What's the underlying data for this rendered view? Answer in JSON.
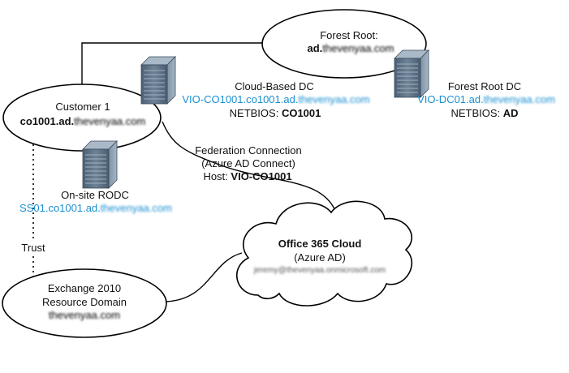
{
  "nodes": {
    "forest_root": {
      "title": "Forest Root:",
      "domain_prefix": "ad.",
      "domain_redacted": "thevenyaa.com"
    },
    "customer1": {
      "title": "Customer 1",
      "domain_prefix": "co1001.ad.",
      "domain_redacted": "thevenyaa.com"
    },
    "exchange": {
      "title_line1": "Exchange 2010",
      "title_line2": "Resource Domain",
      "domain_redacted": "thevenyaa.com"
    },
    "office365": {
      "title": "Office 365 Cloud",
      "subtitle": "(Azure AD)",
      "account_redacted": "jeremy@thevenyaa.onmicrosoft.com"
    }
  },
  "servers": {
    "cloud_dc": {
      "title": "Cloud-Based DC",
      "fqdn_prefix": "VIO-CO1001.co1001.ad.",
      "fqdn_redacted": "thevenyaa.com",
      "netbios_label": "NETBIOS: ",
      "netbios_value": "CO1001"
    },
    "forest_root_dc": {
      "title": "Forest Root DC",
      "fqdn_prefix": "VIO-DC01.ad.",
      "fqdn_redacted": "thevenyaa.com",
      "netbios_label": "NETBIOS: ",
      "netbios_value": "AD"
    },
    "rodc": {
      "title": "On-site RODC",
      "fqdn_prefix": "SS01.co1001.ad.",
      "fqdn_redacted": "thevenyaa.com"
    }
  },
  "connections": {
    "federation": {
      "line1": "Federation Connection",
      "line2": "(Azure AD Connect)",
      "host_label": "Host: ",
      "host_value": "VIO-CO1001"
    },
    "trust": {
      "label": "Trust"
    }
  },
  "colors": {
    "link_blue": "#1a8fd0",
    "stroke": "#000000",
    "server_body": "#5f7388",
    "server_top": "#8da0b3"
  },
  "icons": {
    "server": "server-rack-icon",
    "cloud": "cloud-shape"
  }
}
